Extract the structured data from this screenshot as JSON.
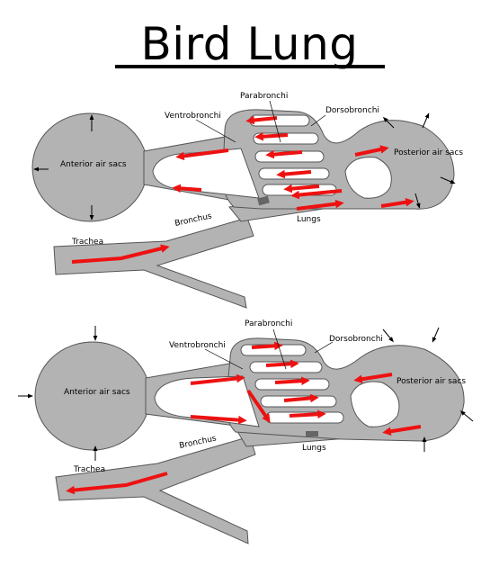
{
  "title": "Bird Lung",
  "inhalation": {
    "labels": {
      "parabronchi": "Parabronchi",
      "ventrobronchi": "Ventrobronchi",
      "dorsobronchi": "Dorsobronchi",
      "anterior_air_sacs": "Anterior air sacs",
      "posterior_air_sacs": "Posterior air sacs",
      "bronchus": "Bronchus",
      "lungs": "Lungs",
      "trachea": "Trachea"
    }
  },
  "exhalation": {
    "labels": {
      "parabronchi": "Parabronchi",
      "ventrobronchi": "Ventrobronchi",
      "dorsobronchi": "Dorsobronchi",
      "anterior_air_sacs": "Anterior air sacs",
      "posterior_air_sacs": "Posterior air sacs",
      "bronchus": "Bronchus",
      "lungs": "Lungs",
      "trachea": "Trachea"
    }
  },
  "colors": {
    "tissue": "#b3b3b3",
    "outline": "#555555",
    "airflow_arrow": "#ee1111",
    "sac_movement_arrow": "#000000"
  }
}
